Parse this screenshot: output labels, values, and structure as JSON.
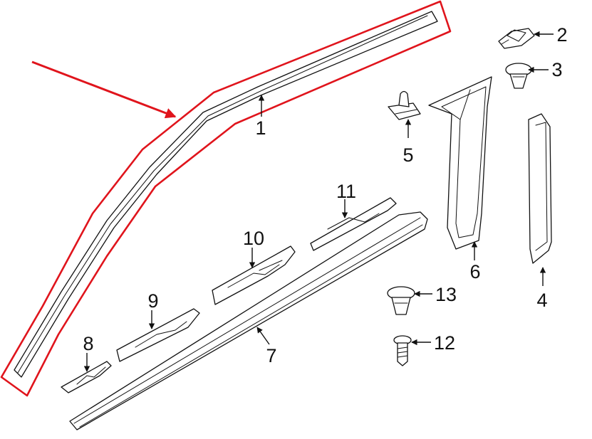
{
  "diagram": {
    "callouts": {
      "c1": "1",
      "c2": "2",
      "c3": "3",
      "c4": "4",
      "c5": "5",
      "c6": "6",
      "c7": "7",
      "c8": "8",
      "c9": "9",
      "c10": "10",
      "c11": "11",
      "c12": "12",
      "c13": "13"
    },
    "colors": {
      "highlight": "#e0141c",
      "line": "#111111",
      "background": "#ffffff"
    }
  }
}
